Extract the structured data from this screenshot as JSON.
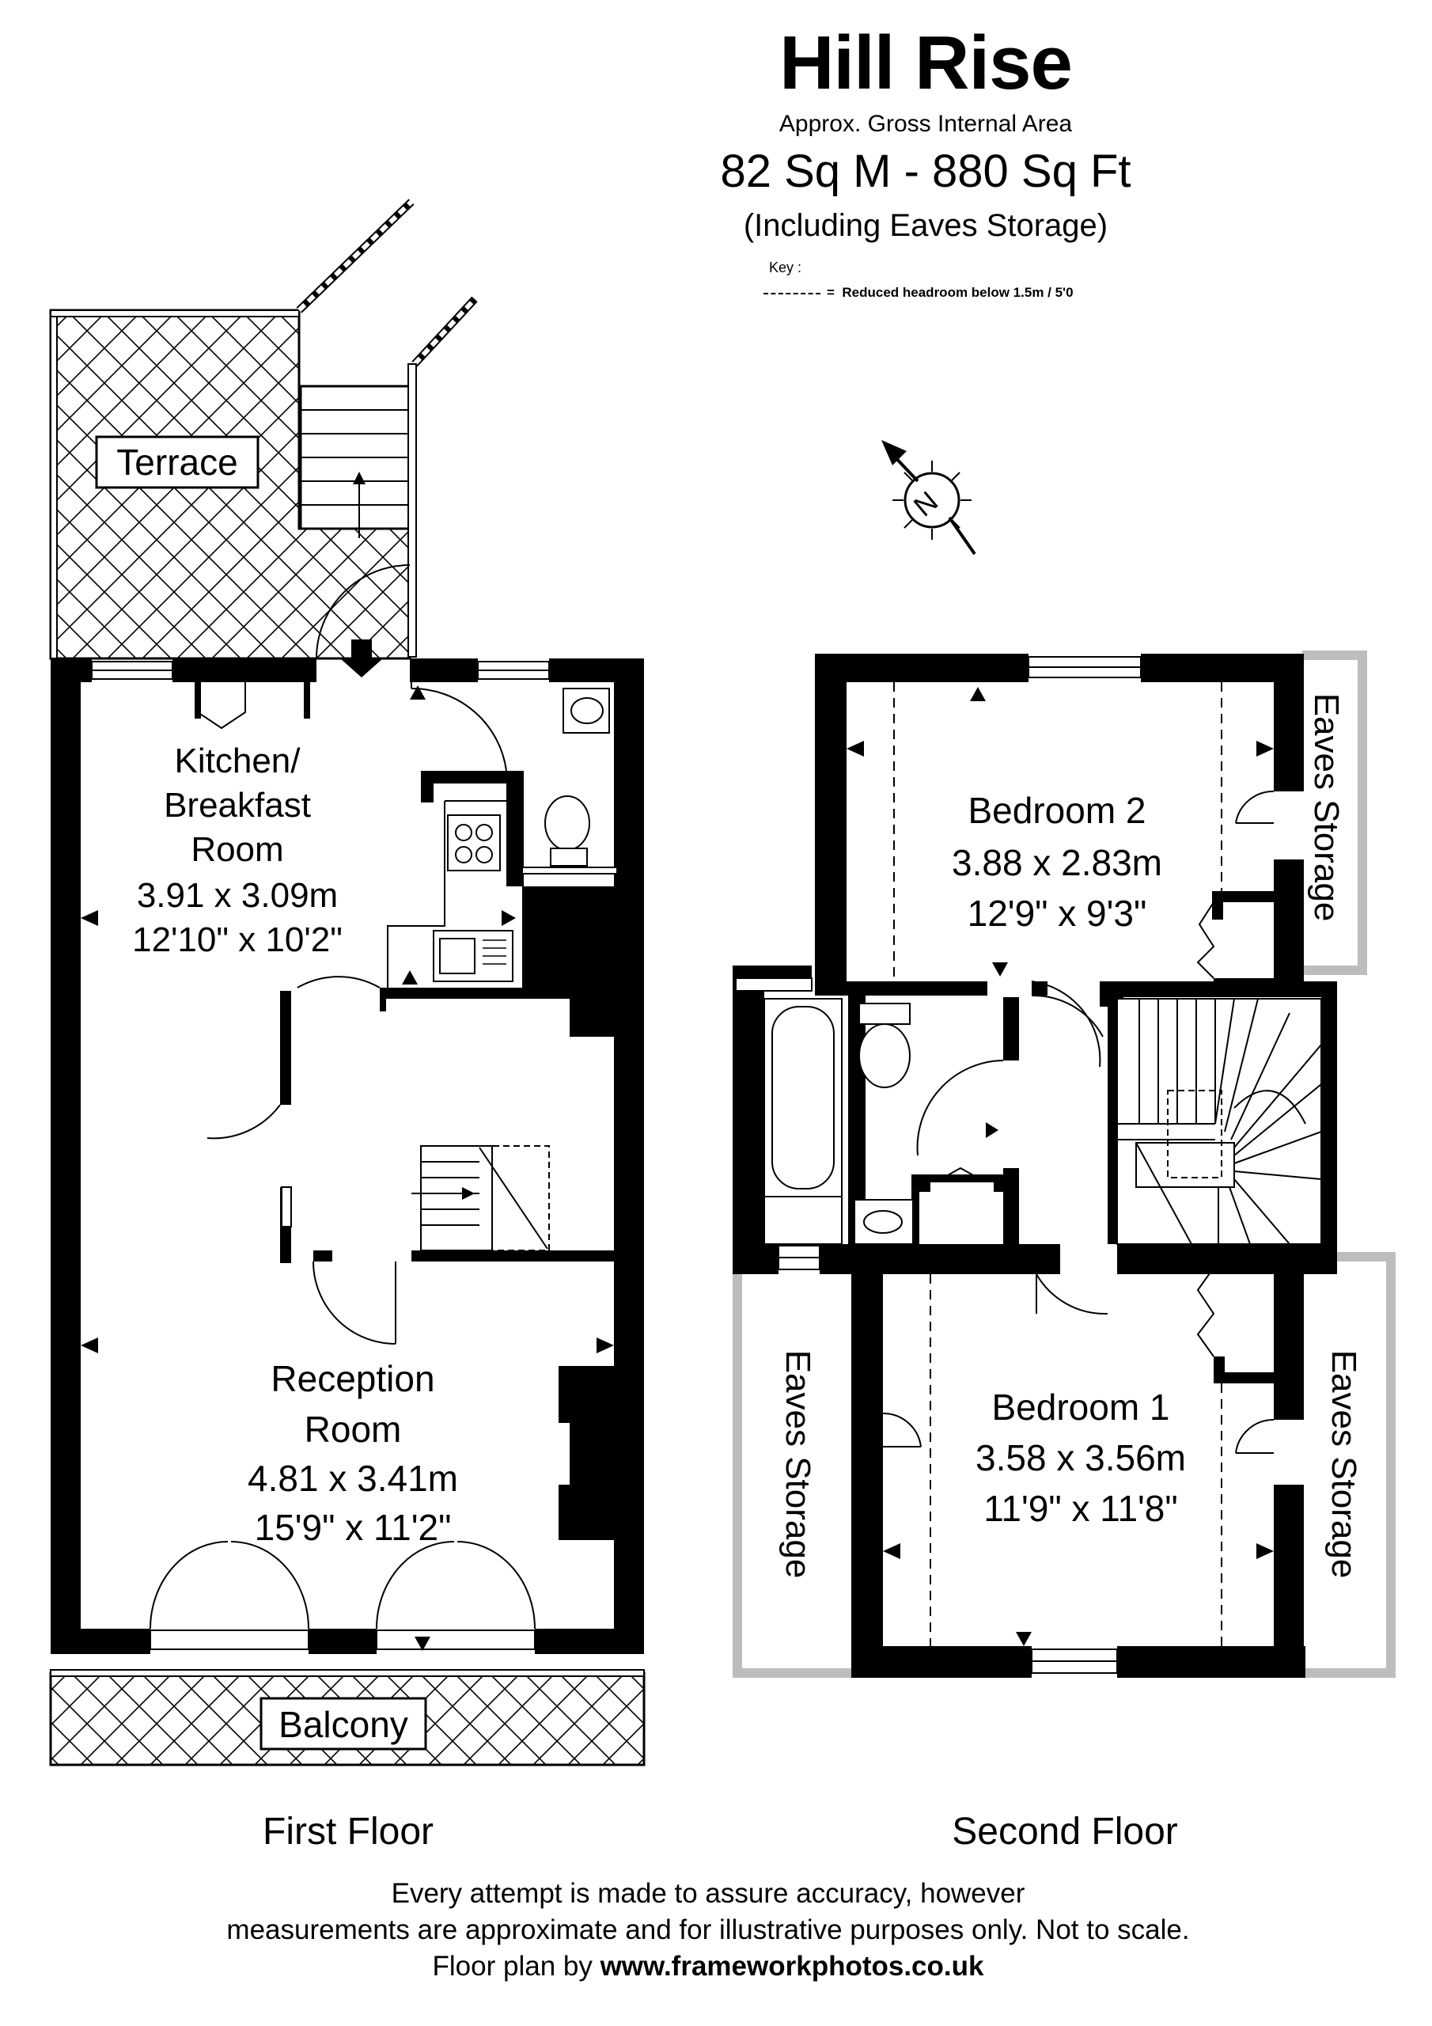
{
  "header": {
    "title": "Hill Rise",
    "subtitle": "Approx. Gross Internal Area",
    "area": "82 Sq M - 880 Sq Ft",
    "note": "(Including Eaves Storage)"
  },
  "key": {
    "label": "Key :",
    "items": [
      {
        "symbol": "dashed-line",
        "text": "Reduced  headroom below 1.5m / 5'0"
      }
    ]
  },
  "compass": {
    "icon": "north-arrow-icon",
    "label": "N"
  },
  "floors": [
    {
      "name": "First Floor",
      "rooms": [
        {
          "name_lines": [
            "Terrace"
          ]
        },
        {
          "name_lines": [
            "Kitchen/",
            "Breakfast",
            "Room"
          ],
          "metric": "3.91 x 3.09m",
          "imperial": "12'10\" x 10'2\""
        },
        {
          "name_lines": [
            "Reception",
            "Room"
          ],
          "metric": "4.81 x 3.41m",
          "imperial": "15'9\" x 11'2\""
        },
        {
          "name_lines": [
            "Balcony"
          ]
        }
      ]
    },
    {
      "name": "Second Floor",
      "rooms": [
        {
          "name_lines": [
            "Bedroom 2"
          ],
          "metric": "3.88 x 2.83m",
          "imperial": "12'9\" x 9'3\""
        },
        {
          "name_lines": [
            "Bedroom 1"
          ],
          "metric": "3.58 x 3.56m",
          "imperial": "11'9\" x 11'8\""
        },
        {
          "name_lines": [
            "Eaves Storage"
          ]
        },
        {
          "name_lines": [
            "Eaves Storage"
          ]
        },
        {
          "name_lines": [
            "Eaves Storage"
          ]
        }
      ]
    }
  ],
  "disclaimer": {
    "line1": "Every attempt is made to assure accuracy, however",
    "line2": "measurements are approximate and for illustrative purposes only. Not to scale.",
    "line3_prefix": "Floor plan by ",
    "line3_link": "www.frameworkphotos.co.uk"
  },
  "colors": {
    "wall": "#000000",
    "eaves_wall": "#bdbdbd",
    "background": "#ffffff"
  }
}
